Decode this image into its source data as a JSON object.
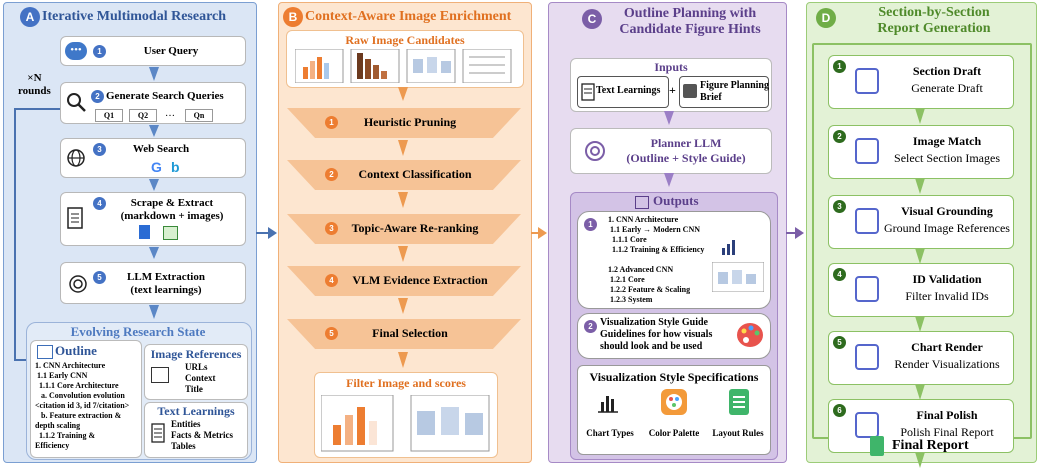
{
  "colors": {
    "blue": "#4472c4",
    "orange": "#ed7d31",
    "purple": "#7b5ea7",
    "green": "#70ad47"
  },
  "panelA": {
    "badge": "A",
    "title": "Iterative Multimodal Research",
    "loop_label": "×N\nrounds",
    "steps": [
      {
        "n": "1",
        "label": "User Query"
      },
      {
        "n": "2",
        "label": "Generate Search Queries",
        "chips": [
          "Q1",
          "Q2",
          "…",
          "Qn"
        ]
      },
      {
        "n": "3",
        "label": "Web Search"
      },
      {
        "n": "4",
        "label": "Scrape & Extract\n(markdown + images)"
      },
      {
        "n": "5",
        "label": "LLM Extraction\n(text learnings)"
      }
    ],
    "state": {
      "title": "Evolving Research State",
      "outline_title": "Outline",
      "outline_text": "1. CNN Architecture\n 1.1 Early CNN\n  1.1.1 Core Architecture\n   a. Convolution evolution\n<citation id 3, id 7/citation>\n   b. Feature extraction &\ndepth scaling\n  1.1.2 Training &\nEfficiency",
      "image_refs_title": "Image References",
      "image_refs_items": "URLs\nContext\nTitle",
      "text_title": "Text Learnings",
      "text_items": "Entities\nFacts & Metrics\nTables"
    }
  },
  "panelB": {
    "badge": "B",
    "title": "Context-Aware Image Enrichment",
    "raw_title": "Raw Image Candidates",
    "steps": [
      {
        "n": "1",
        "label": "Heuristic Pruning"
      },
      {
        "n": "2",
        "label": "Context Classification"
      },
      {
        "n": "3",
        "label": "Topic-Aware Re-ranking"
      },
      {
        "n": "4",
        "label": "VLM Evidence Extraction"
      },
      {
        "n": "5",
        "label": "Final Selection"
      }
    ],
    "filter_title": "Filter Image and scores"
  },
  "panelC": {
    "badge": "C",
    "title": "Outline Planning with\nCandidate Figure Hints",
    "inputs_title": "Inputs",
    "input1": "Text Learnings",
    "plus": "+",
    "input2": "Figure Planning\nBrief",
    "planner": "Planner LLM\n(Outline + Style Guide)",
    "outputs_title": "Outputs",
    "out1_n": "1",
    "out1_text_a": "1. CNN Architecture\n 1.1 Early → Modern CNN\n  1.1.1 Core\n  1.1.2 Training & Efficiency",
    "out1_text_b": "1.2 Advanced CNN\n 1.2.1 Core\n 1.2.2 Feature & Scaling\n 1.2.3 System",
    "out2_n": "2",
    "out2_text": "Visualization Style Guide\nGuidelines for how visuals\nshould look and be used",
    "spec_title": "Visualization Style Specifications",
    "spec_items": [
      "Chart Types",
      "Color Palette",
      "Layout Rules"
    ]
  },
  "panelD": {
    "badge": "D",
    "title": "Section-by-Section\nReport Generation",
    "steps": [
      {
        "n": "1",
        "title": "Section Draft",
        "sub": "Generate Draft"
      },
      {
        "n": "2",
        "title": "Image Match",
        "sub": "Select Section Images"
      },
      {
        "n": "3",
        "title": "Visual Grounding",
        "sub": "Ground Image References"
      },
      {
        "n": "4",
        "title": "ID Validation",
        "sub": "Filter Invalid IDs"
      },
      {
        "n": "5",
        "title": "Chart Render",
        "sub": "Render Visualizations"
      },
      {
        "n": "6",
        "title": "Final Polish",
        "sub": "Polish Final Report"
      }
    ],
    "final": "Final Report"
  }
}
